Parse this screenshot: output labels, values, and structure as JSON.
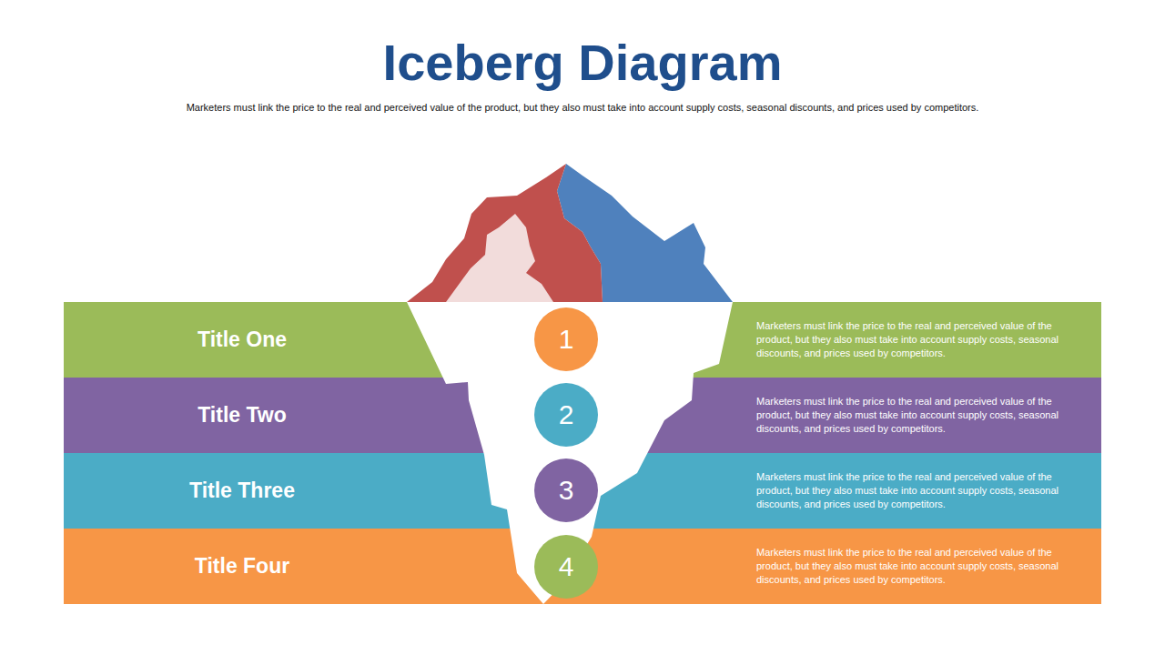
{
  "diagram": {
    "title": "Iceberg Diagram",
    "caption": "Marketers must link the price to the real and perceived value of the product, but they also must take into account supply costs, seasonal discounts, and prices used by competitors.",
    "nodes": [
      {
        "text": [
          "Title One",
          "Marketers must link the price to the real and perceived value of the product, but they also must take into account supply costs, seasonal discounts, and prices used by competitors."
        ]
      },
      {
        "text": [
          "1"
        ],
        "in": 0
      },
      {
        "text": [
          "Title Two",
          "Marketers must link the price to the real and perceived value of the product, but they also must take into account supply costs, seasonal discounts, and prices used by competitors."
        ]
      },
      {
        "text": [
          "2"
        ],
        "in": 2
      },
      {
        "text": [
          "Title Three",
          "Marketers must link the price to the real and perceived value of the product, but they also must take into account supply costs, seasonal discounts, and prices used by competitors."
        ]
      },
      {
        "text": [
          "3"
        ],
        "in": 4
      },
      {
        "text": [
          "Title Four",
          "Marketers must link the price to the real and perceived value of the product, but they also must take into account supply costs, seasonal discounts, and prices used by competitors."
        ]
      },
      {
        "text": [
          "4"
        ],
        "in": 6
      }
    ]
  }
}
